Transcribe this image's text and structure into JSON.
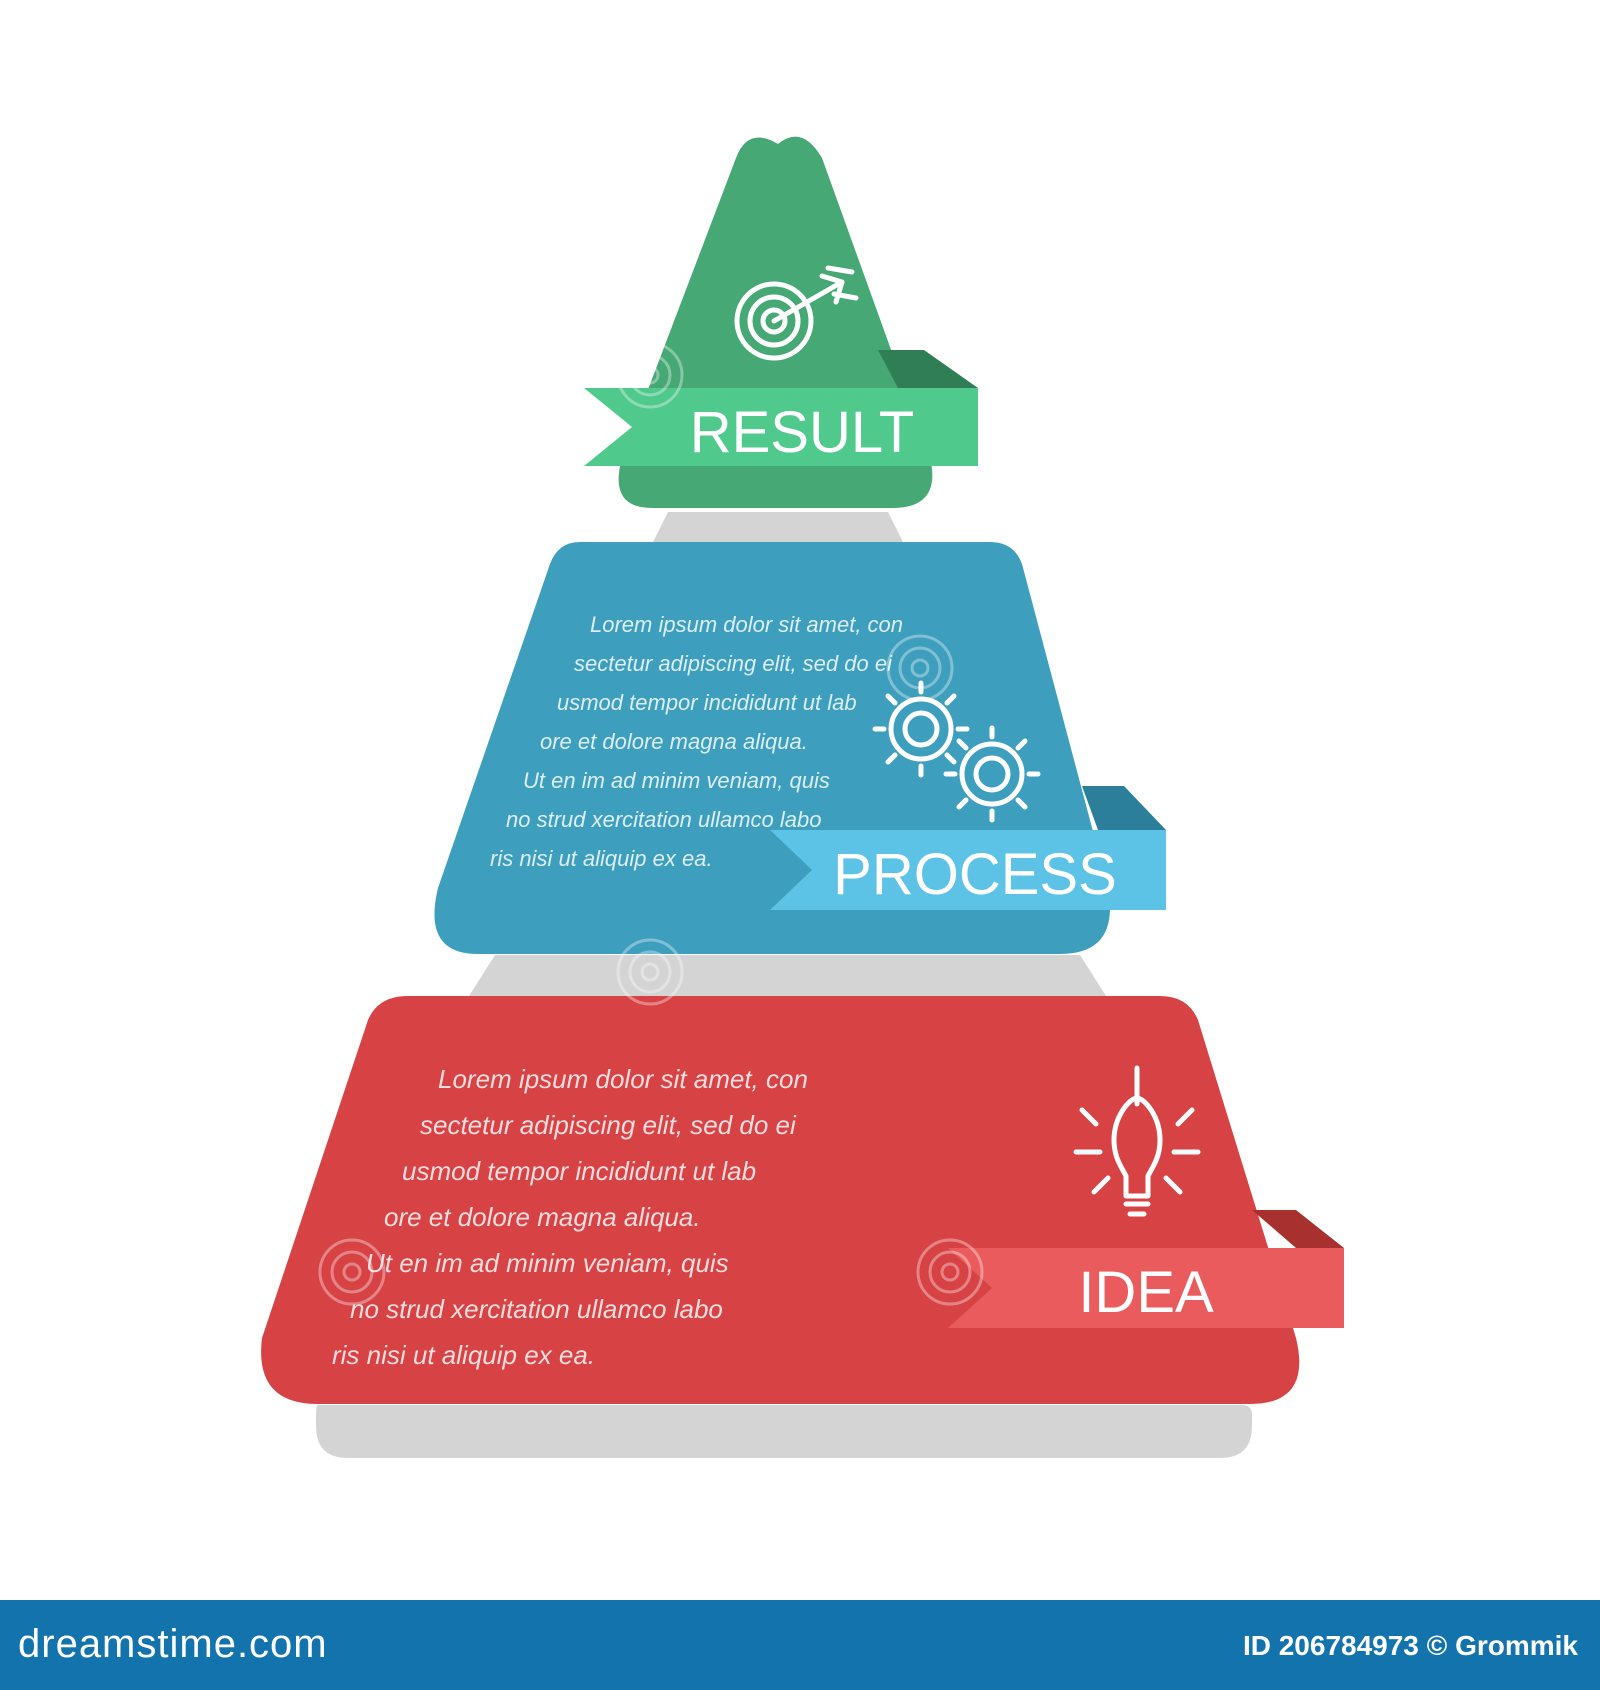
{
  "colors": {
    "result": "#46a874",
    "result_ribbon": "#4fc98c",
    "process": "#3d9fbd",
    "process_ribbon": "#5cc3e6",
    "idea": "#d74245",
    "idea_ribbon": "#e95b5d",
    "shadow": "#d4d4d4",
    "footer": "#1273ad"
  },
  "tiers": [
    {
      "label": "RESULT",
      "icon": "target-arrow-icon",
      "body_lines": []
    },
    {
      "label": "PROCESS",
      "icon": "gears-icon",
      "body_lines": [
        "Lorem ipsum dolor sit amet,  con",
        "sectetur adipiscing elit, sed do ei",
        "usmod tempor  incididunt  ut lab",
        "ore et dolore magna aliqua.",
        "Ut  en im  ad minim  veniam, quis",
        "no strud xercitation ullamco labo",
        "ris nisi ut aliquip ex ea."
      ]
    },
    {
      "label": "IDEA",
      "icon": "lightbulb-icon",
      "body_lines": [
        "Lorem ipsum dolor sit amet,  con",
        "sectetur adipiscing elit, sed do ei",
        "usmod tempor  incididunt  ut lab",
        "ore et dolore magna aliqua.",
        "Ut  en im  ad minim  veniam, quis",
        "no strud xercitation ullamco labo",
        "ris nisi ut aliquip ex ea."
      ]
    }
  ],
  "footer": {
    "site": "dreamstime.com",
    "meta": "ID 206784973 © Grommik"
  }
}
